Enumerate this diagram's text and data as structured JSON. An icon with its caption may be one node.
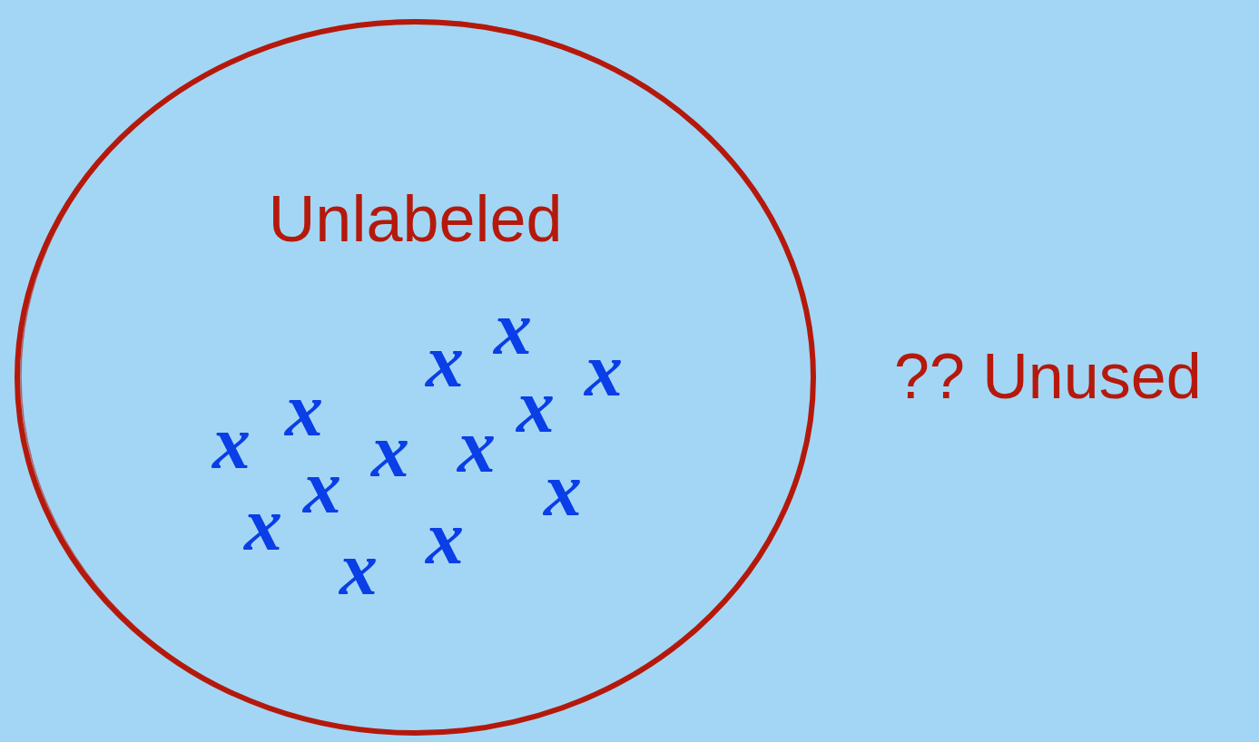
{
  "diagram": {
    "nodes": [
      {
        "text": [
          "Unlabeled"
        ]
      }
    ],
    "edges": [],
    "labels": [
      "x",
      "x",
      "x",
      "x",
      "x",
      "x",
      "x",
      "x",
      "x",
      "x",
      "x",
      "x",
      "x",
      "?? Unused"
    ]
  }
}
